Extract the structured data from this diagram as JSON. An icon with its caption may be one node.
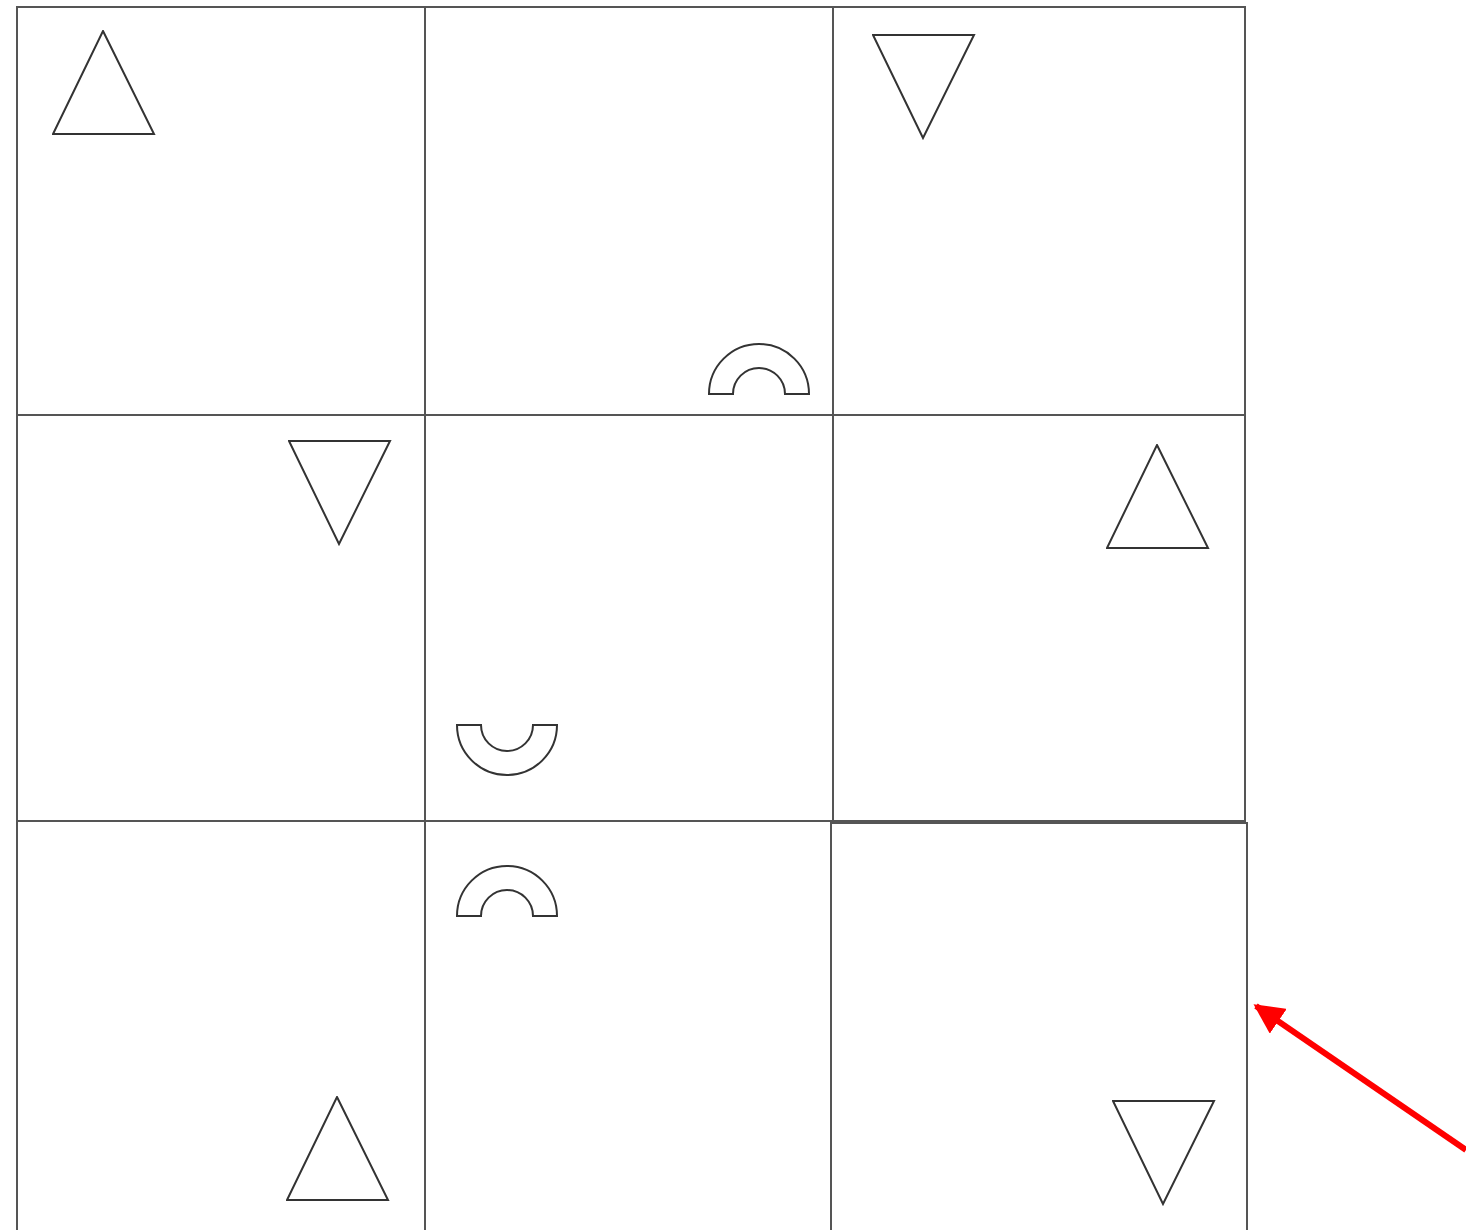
{
  "diagram": {
    "nodes": [
      {
        "text": [],
        "shape": "box"
      },
      {
        "text": [],
        "shape": "box"
      },
      {
        "text": [],
        "shape": "box"
      },
      {
        "text": [],
        "shape": "box"
      },
      {
        "text": [],
        "shape": "box"
      },
      {
        "text": [],
        "shape": "box"
      },
      {
        "text": [],
        "shape": "box"
      },
      {
        "text": [],
        "shape": "box"
      },
      {
        "text": [],
        "shape": "box"
      }
    ],
    "edges": [
      {
        "from": null,
        "to": 8,
        "arrow": "to",
        "color": "#ff0000"
      }
    ]
  }
}
